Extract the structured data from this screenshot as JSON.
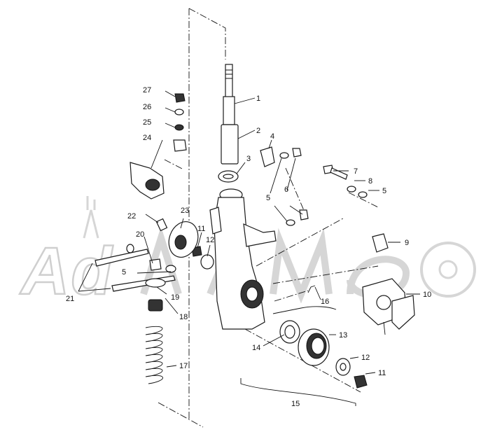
{
  "watermark": "Ad",
  "labels": {
    "p1": "1",
    "p2": "2",
    "p3": "3",
    "p4": "4",
    "p5a": "5",
    "p5b": "5",
    "p5c": "5",
    "p6": "6",
    "p7": "7",
    "p8": "8",
    "p9": "9",
    "p10": "10",
    "p11a": "11",
    "p11b": "11",
    "p12a": "12",
    "p12b": "12",
    "p13": "13",
    "p14": "14",
    "p15": "15",
    "p16": "16",
    "p17": "17",
    "p18": "18",
    "p19": "19",
    "p20": "20",
    "p21": "21",
    "p22": "22",
    "p23": "23",
    "p24": "24",
    "p25": "25",
    "p26": "26",
    "p27": "27"
  }
}
